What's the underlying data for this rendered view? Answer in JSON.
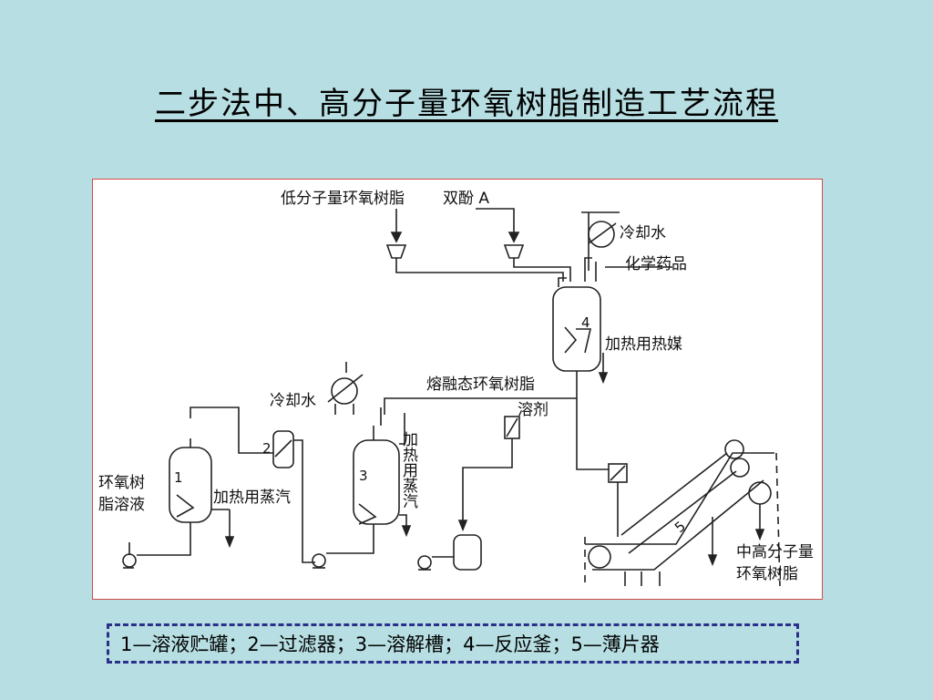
{
  "title": "二步法中、高分子量环氧树脂制造工艺流程",
  "diagram": {
    "labels": {
      "low_mw_resin": "低分子量环氧树脂",
      "bisphenol_a": "双酚 A",
      "cooling_water_top": "冷却水",
      "chemicals": "化学药品",
      "heating_medium": "加热用热媒",
      "molten_resin": "熔融态环氧树脂",
      "solvent": "溶剂",
      "cooling_water_mid": "冷却水",
      "heating_steam_vertical": "加热用蒸汽",
      "heating_steam_tank1": "加热用蒸汽",
      "resin_solution_line1": "环氧树",
      "resin_solution_line2": "脂溶液",
      "product_line1": "中高分子量",
      "product_line2": "环氧树脂",
      "unit_1": "1",
      "unit_2": "2",
      "unit_3": "3",
      "unit_4": "4",
      "unit_5": "5"
    }
  },
  "legend": {
    "text": "1—溶液贮罐；2—过滤器；3—溶解槽；4—反应釜；5—薄片器"
  }
}
